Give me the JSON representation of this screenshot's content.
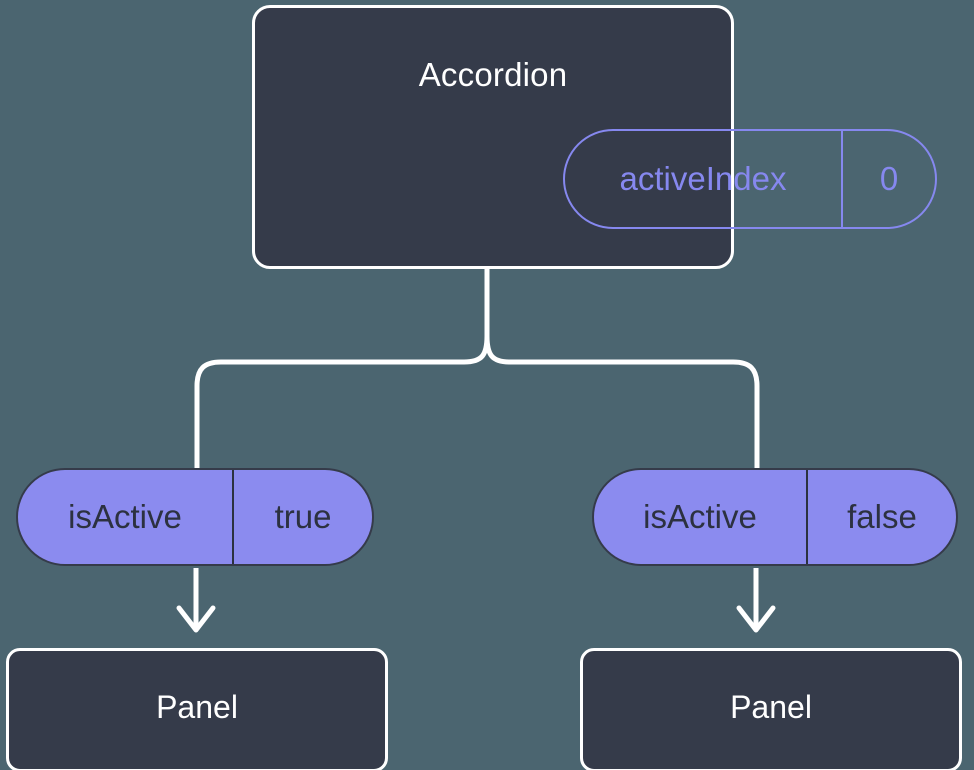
{
  "diagram": {
    "title": "Accordion component state propagation diagram",
    "background_color": "#4b6570",
    "node_fill": "#353b4a",
    "node_stroke": "#ffffff",
    "accent_color": "#8b8bef",
    "outline_accent_color": "#8688ef",
    "dark_text_color": "#2c3140"
  },
  "root": {
    "label": "Accordion",
    "state": {
      "key": "activeIndex",
      "value": "0"
    }
  },
  "branches": [
    {
      "prop": {
        "key": "isActive",
        "value": "true"
      },
      "child": {
        "label": "Panel"
      }
    },
    {
      "prop": {
        "key": "isActive",
        "value": "false"
      },
      "child": {
        "label": "Panel"
      }
    }
  ]
}
